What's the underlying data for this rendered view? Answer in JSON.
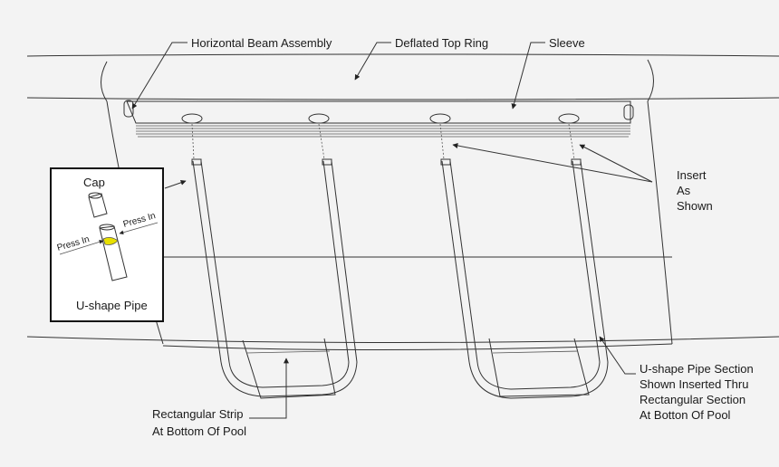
{
  "labels": {
    "horizontal_beam": "Horizontal Beam Assembly",
    "deflated_top_ring": "Deflated Top Ring",
    "sleeve": "Sleeve",
    "insert_line1": "Insert",
    "insert_line2": "As",
    "insert_line3": "Shown",
    "u_section_line1": "U-shape Pipe Section",
    "u_section_line2": "Shown Inserted Thru",
    "u_section_line3": "Rectangular Section",
    "u_section_line4": "At Botton Of Pool",
    "rect_strip_line1": "Rectangular Strip",
    "rect_strip_line2": "At Bottom Of Pool"
  },
  "inset": {
    "cap": "Cap",
    "press_in_left": "Press In",
    "press_in_right": "Press In",
    "u_shape_pipe": "U-shape Pipe"
  },
  "colors": {
    "background": "#f3f3f3",
    "stroke": "#333333",
    "highlight": "#e8e000"
  }
}
